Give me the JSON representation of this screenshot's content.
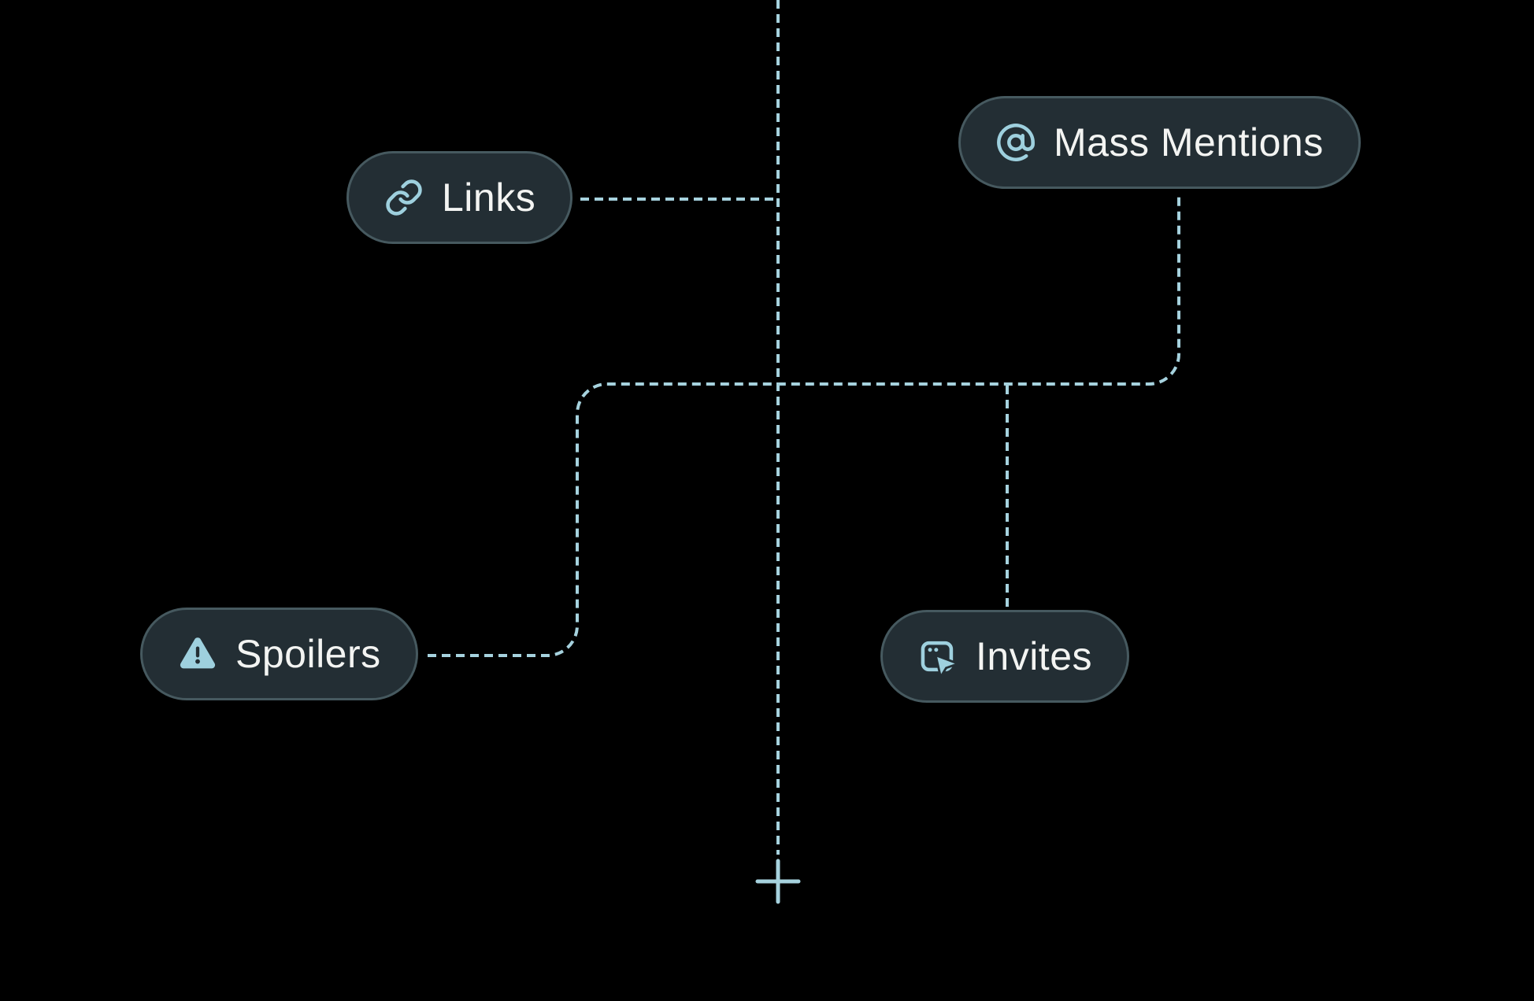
{
  "diagram": {
    "background_color": "#000000",
    "connector_color": "#a6d2de",
    "pill": {
      "background_color": "#232e34",
      "border_color": "#46595f",
      "text_color": "#f3f4f2",
      "icon_color": "#9ed0de"
    },
    "nodes": [
      {
        "id": "links",
        "label": "Links",
        "icon": "link-icon"
      },
      {
        "id": "mass-mentions",
        "label": "Mass Mentions",
        "icon": "at-sign-icon"
      },
      {
        "id": "spoilers",
        "label": "Spoilers",
        "icon": "alert-triangle-icon"
      },
      {
        "id": "invites",
        "label": "Invites",
        "icon": "invite-cursor-window-icon"
      }
    ],
    "plus_symbol": "+"
  }
}
